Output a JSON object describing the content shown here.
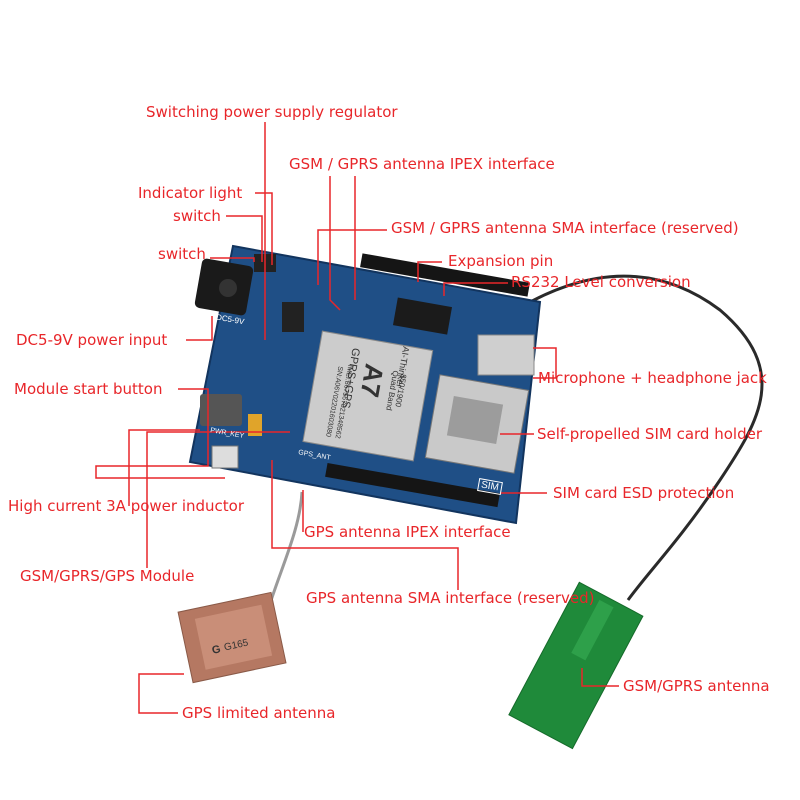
{
  "labels": {
    "switching_regulator": "Switching power supply regulator",
    "gsm_ipex": "GSM / GPRS antenna IPEX interface",
    "indicator_light": "Indicator light",
    "switch_1": "switch",
    "gsm_sma": "GSM / GPRS antenna SMA interface (reserved)",
    "switch_2": "switch",
    "expansion_pin": "Expansion pin",
    "rs232": "RS232 Level conversion",
    "dc_input": "DC5-9V power input",
    "mic_jack": "Microphone + headphone jack",
    "start_button": "Module start button",
    "sim_holder": "Self-propelled SIM card holder",
    "sim_esd": "SIM card ESD protection",
    "inductor": "High current 3A power inductor",
    "gps_ipex": "GPS antenna IPEX interface",
    "module": "GSM/GPRS/GPS Module",
    "gps_sma": "GPS antenna SMA interface (reserved)",
    "gps_antenna": "GPS limited antenna",
    "gsm_antenna": "GSM/GPRS antenna"
  },
  "board_markings": {
    "module_brand": "AI-Thinker",
    "module_model": "A7",
    "module_sub": "GPRS+GPS",
    "quad_band": "Quad Band",
    "bands": "850/1900",
    "imei": "IMEI:867567021348562",
    "sn": "SN:A06V02201603080",
    "dc_label": "DC5-9V",
    "pwr_key": "PWR_KEY",
    "gps_ant": "GPS_ANT",
    "sim_tag": "SIM",
    "gps_chip": "G165",
    "gps_logo": "G"
  },
  "colors": {
    "label_red": "#e8262a",
    "board_blue": "#1f4f86",
    "antenna_green": "#1f8a3a",
    "gps_patch": "#b57862"
  }
}
